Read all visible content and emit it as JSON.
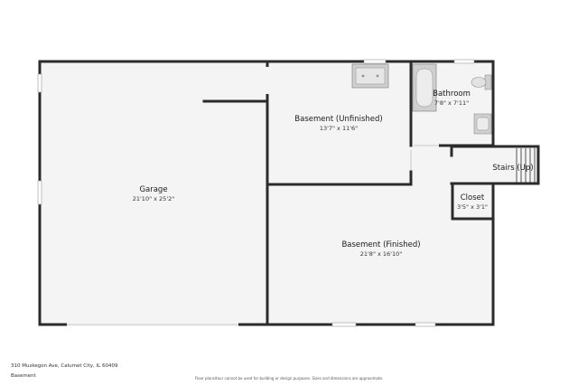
{
  "rooms": {
    "garage": {
      "name": "Garage",
      "dims": "21'10\" x 25'2\""
    },
    "basement_unfinished": {
      "name": "Basement (Unfinished)",
      "dims": "13'7\" x 11'6\""
    },
    "bathroom": {
      "name": "Bathroom",
      "dims": "7'8\" x 7'11\""
    },
    "stairs": {
      "name": "Stairs (Up)"
    },
    "closet": {
      "name": "Closet",
      "dims": "3'5\" x 3'1\""
    },
    "basement_finished": {
      "name": "Basement (Finished)",
      "dims": "21'8\" x 16'10\""
    }
  },
  "footer": {
    "address": "310 Muskegon Ave, Calumet City, IL 60409",
    "level": "Basement",
    "disclaimer": "Floor plans/tour cannot be used for building or design purposes. Sizes and dimensions are approximate."
  },
  "colors": {
    "wall": "#2b2b2b",
    "floor": "#f4f4f4",
    "fixture": "#cfcfcf",
    "window": "#ffffff"
  }
}
